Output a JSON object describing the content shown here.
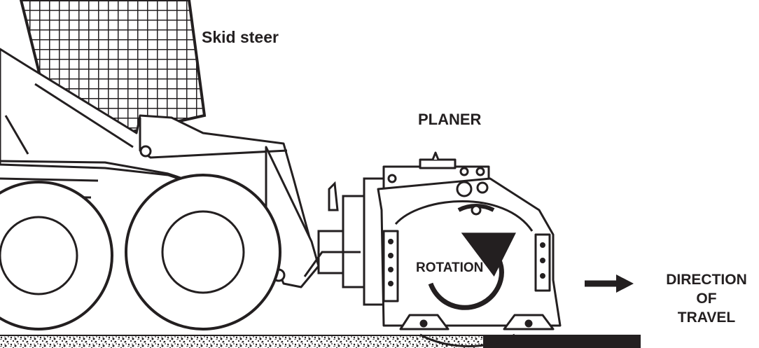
{
  "labels": {
    "skid_steer": "Skid steer",
    "planer": "PLANER",
    "rotation": "ROTATION",
    "direction_line1": "DIRECTION OF",
    "direction_line2": "TRAVEL"
  },
  "colors": {
    "ink": "#231f20",
    "paper": "#ffffff"
  },
  "icons": {
    "rotation_arrow": "curved-arrow-counterclockwise",
    "travel_arrow": "arrow-right"
  }
}
